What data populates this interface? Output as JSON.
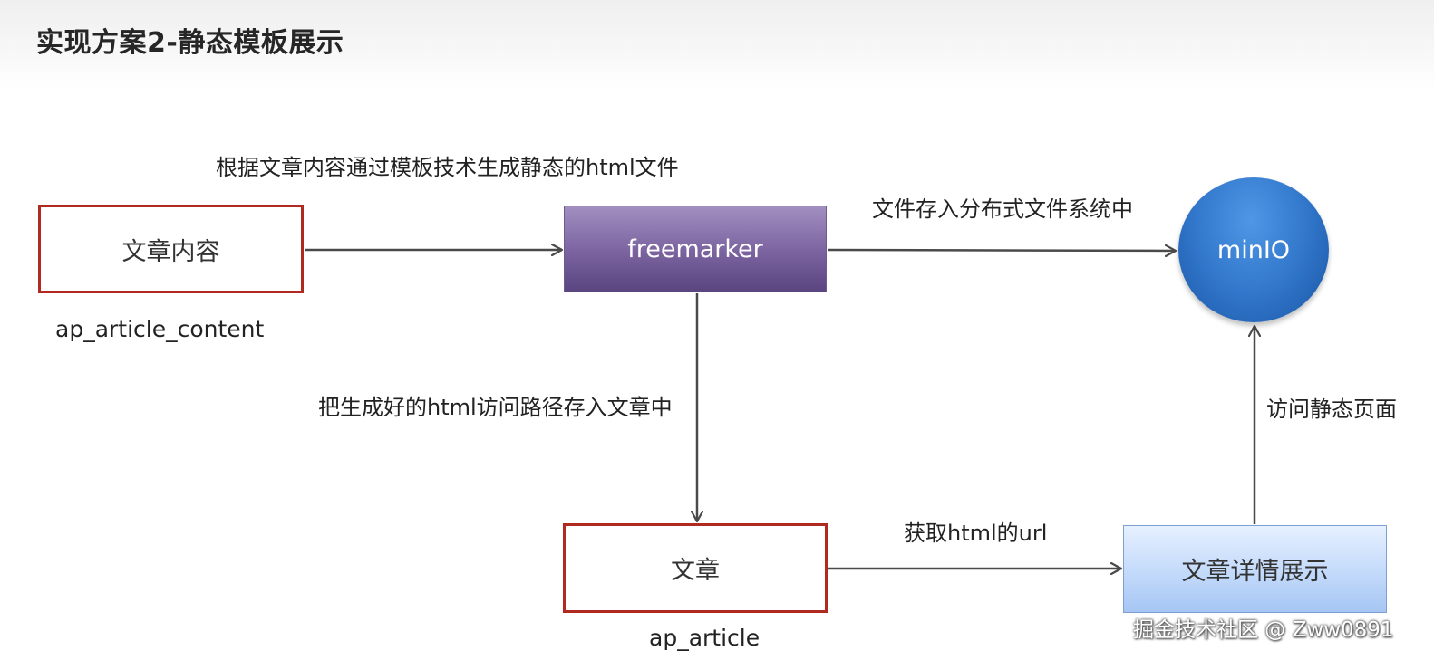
{
  "title": "实现方案2-静态模板展示",
  "nodes": {
    "article_content": "文章内容",
    "freemarker": "freemarker",
    "minio": "minIO",
    "article": "文章",
    "article_detail": "文章详情展示"
  },
  "table_labels": {
    "article_content_table": "ap_article_content",
    "article_table": "ap_article"
  },
  "edge_labels": {
    "generate_html": "根据文章内容通过模板技术生成静态的html文件",
    "store_files": "文件存入分布式文件系统中",
    "save_path": "把生成好的html访问路径存入文章中",
    "get_url": "获取html的url",
    "access_static": "访问静态页面"
  },
  "watermark": "掘金技术社区 @ Zww0891",
  "colors": {
    "red_border": "#b02a20",
    "freemarker_purple": "#7d66a2",
    "minio_blue": "#2f74c8",
    "detail_light_blue": "#c6dcfb",
    "arrow_gray": "#4a4a4a"
  }
}
